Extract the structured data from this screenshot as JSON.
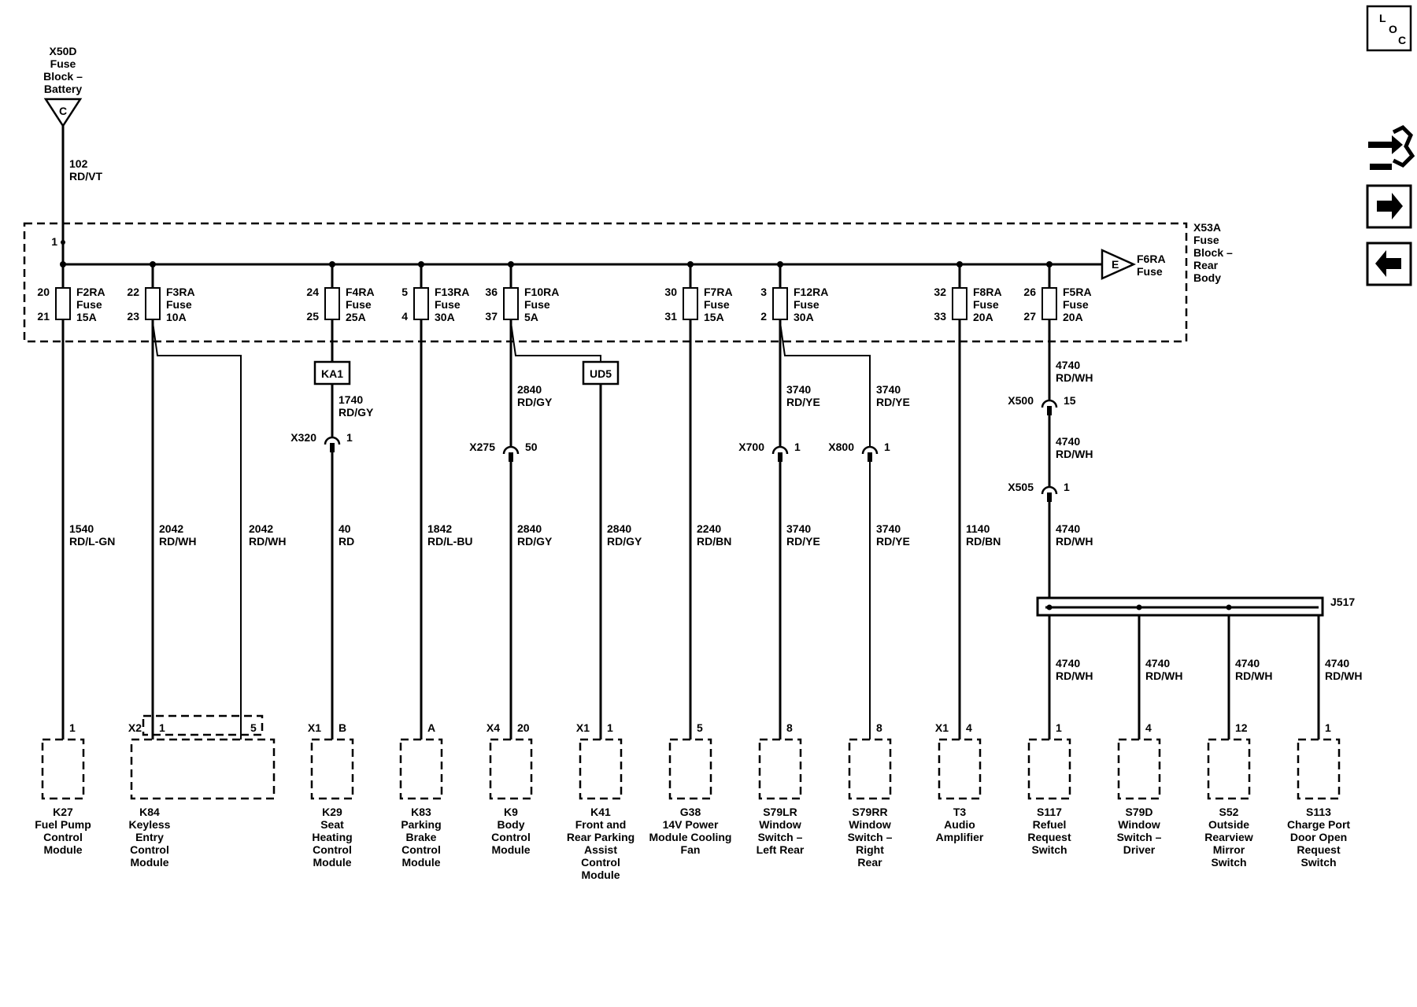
{
  "source": {
    "lines": [
      "X50D",
      "Fuse",
      "Block –",
      "Battery"
    ],
    "letter": "C"
  },
  "feed": {
    "circuit": "102",
    "color": "RD/VT",
    "pin": "1"
  },
  "fuse_block": {
    "lines": [
      "X53A",
      "Fuse",
      "Block –",
      "Rear",
      "Body"
    ]
  },
  "continuation": {
    "letter": "E",
    "lines": [
      "F6RA",
      "Fuse"
    ]
  },
  "fuses": [
    {
      "pin_in": "20",
      "pin_out": "21",
      "lines": [
        "F2RA",
        "Fuse",
        "15A"
      ]
    },
    {
      "pin_in": "22",
      "pin_out": "23",
      "lines": [
        "F3RA",
        "Fuse",
        "10A"
      ]
    },
    {
      "pin_in": "24",
      "pin_out": "25",
      "lines": [
        "F4RA",
        "Fuse",
        "25A"
      ]
    },
    {
      "pin_in": "5",
      "pin_out": "4",
      "lines": [
        "F13RA",
        "Fuse",
        "30A"
      ]
    },
    {
      "pin_in": "36",
      "pin_out": "37",
      "lines": [
        "F10RA",
        "Fuse",
        "5A"
      ]
    },
    {
      "pin_in": "30",
      "pin_out": "31",
      "lines": [
        "F7RA",
        "Fuse",
        "15A"
      ]
    },
    {
      "pin_in": "3",
      "pin_out": "2",
      "lines": [
        "F12RA",
        "Fuse",
        "30A"
      ]
    },
    {
      "pin_in": "32",
      "pin_out": "33",
      "lines": [
        "F8RA",
        "Fuse",
        "20A"
      ]
    },
    {
      "pin_in": "26",
      "pin_out": "27",
      "lines": [
        "F5RA",
        "Fuse",
        "20A"
      ]
    }
  ],
  "relays": [
    {
      "label": "KA1"
    },
    {
      "label": "UD5"
    }
  ],
  "wire_labels": [
    {
      "circuit": "1540",
      "color": "RD/L-GN"
    },
    {
      "circuit": "2042",
      "color": "RD/WH"
    },
    {
      "circuit": "2042",
      "color": "RD/WH"
    },
    {
      "circuit": "1740",
      "color": "RD/GY"
    },
    {
      "circuit": "40",
      "color": "RD"
    },
    {
      "circuit": "1842",
      "color": "RD/L-BU"
    },
    {
      "circuit": "2840",
      "color": "RD/GY"
    },
    {
      "circuit": "2840",
      "color": "RD/GY"
    },
    {
      "circuit": "2840",
      "color": "RD/GY"
    },
    {
      "circuit": "2240",
      "color": "RD/BN"
    },
    {
      "circuit": "3740",
      "color": "RD/YE"
    },
    {
      "circuit": "3740",
      "color": "RD/YE"
    },
    {
      "circuit": "3740",
      "color": "RD/YE"
    },
    {
      "circuit": "3740",
      "color": "RD/YE"
    },
    {
      "circuit": "1140",
      "color": "RD/BN"
    },
    {
      "circuit": "4740",
      "color": "RD/WH"
    },
    {
      "circuit": "4740",
      "color": "RD/WH"
    },
    {
      "circuit": "4740",
      "color": "RD/WH"
    },
    {
      "circuit": "4740",
      "color": "RD/WH"
    },
    {
      "circuit": "4740",
      "color": "RD/WH"
    },
    {
      "circuit": "4740",
      "color": "RD/WH"
    },
    {
      "circuit": "4740",
      "color": "RD/WH"
    }
  ],
  "inline_connectors": [
    {
      "name": "X320",
      "pin": "1"
    },
    {
      "name": "X275",
      "pin": "50"
    },
    {
      "name": "X700",
      "pin": "1"
    },
    {
      "name": "X800",
      "pin": "1"
    },
    {
      "name": "X500",
      "pin": "15"
    },
    {
      "name": "X505",
      "pin": "1"
    }
  ],
  "splice": {
    "label": "J517"
  },
  "k84_pin2": "5",
  "components": [
    {
      "conn": "",
      "pin": "1",
      "lines": [
        "K27",
        "Fuel Pump",
        "Control",
        "Module"
      ]
    },
    {
      "conn": "X2",
      "pin": "1",
      "lines": [
        "K84",
        "Keyless",
        "Entry",
        "Control",
        "Module"
      ]
    },
    {
      "conn": "X1",
      "pin": "B",
      "lines": [
        "K29",
        "Seat",
        "Heating",
        "Control",
        "Module"
      ]
    },
    {
      "conn": "",
      "pin": "A",
      "lines": [
        "K83",
        "Parking",
        "Brake",
        "Control",
        "Module"
      ]
    },
    {
      "conn": "X4",
      "pin": "20",
      "lines": [
        "K9",
        "Body",
        "Control",
        "Module"
      ]
    },
    {
      "conn": "X1",
      "pin": "1",
      "lines": [
        "K41",
        "Front and",
        "Rear Parking",
        "Assist",
        "Control",
        "Module"
      ]
    },
    {
      "conn": "",
      "pin": "5",
      "lines": [
        "G38",
        "14V Power",
        "Module Cooling",
        "Fan"
      ]
    },
    {
      "conn": "",
      "pin": "8",
      "lines": [
        "S79LR",
        "Window",
        "Switch –",
        "Left Rear"
      ]
    },
    {
      "conn": "",
      "pin": "8",
      "lines": [
        "S79RR",
        "Window",
        "Switch –",
        "Right",
        "Rear"
      ]
    },
    {
      "conn": "X1",
      "pin": "4",
      "lines": [
        "T3",
        "Audio",
        "Amplifier"
      ]
    },
    {
      "conn": "",
      "pin": "1",
      "lines": [
        "S117",
        "Refuel",
        "Request",
        "Switch"
      ]
    },
    {
      "conn": "",
      "pin": "4",
      "lines": [
        "S79D",
        "Window",
        "Switch –",
        "Driver"
      ]
    },
    {
      "conn": "",
      "pin": "12",
      "lines": [
        "S52",
        "Outside",
        "Rearview",
        "Mirror",
        "Switch"
      ]
    },
    {
      "conn": "",
      "pin": "1",
      "lines": [
        "S113",
        "Charge Port",
        "Door Open",
        "Request",
        "Switch"
      ]
    }
  ],
  "nav": {
    "loc": [
      "L",
      "O",
      "C"
    ],
    "icons": [
      "connector-exchange-icon",
      "arrow-right-icon",
      "arrow-left-icon"
    ]
  }
}
